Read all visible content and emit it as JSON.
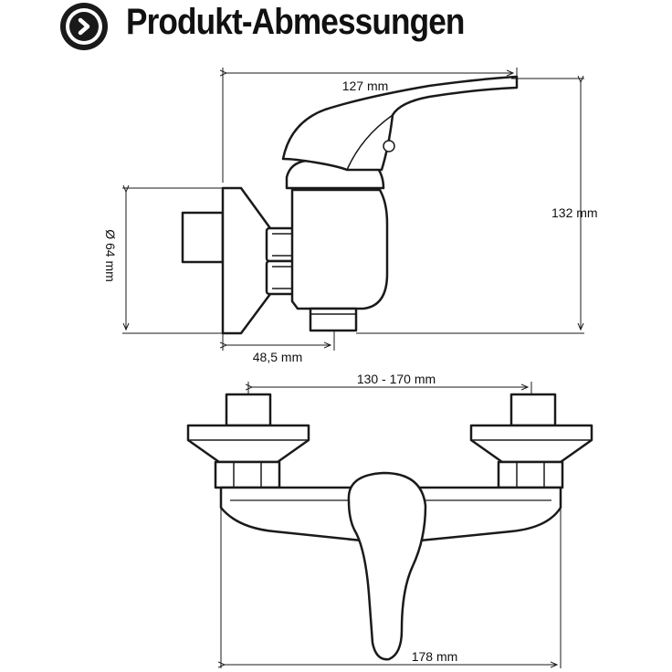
{
  "header": {
    "title": "Produkt-Abmessungen",
    "icon": "chevron-right-icon"
  },
  "dimensions": {
    "top_width": "127 mm",
    "height": "132 mm",
    "diameter": "Ø 64 mm",
    "projection": "48,5 mm",
    "spacing": "130 - 170 mm",
    "total_width": "178 mm"
  },
  "colors": {
    "line": "#1a1a1a",
    "fill": "#ffffff"
  }
}
